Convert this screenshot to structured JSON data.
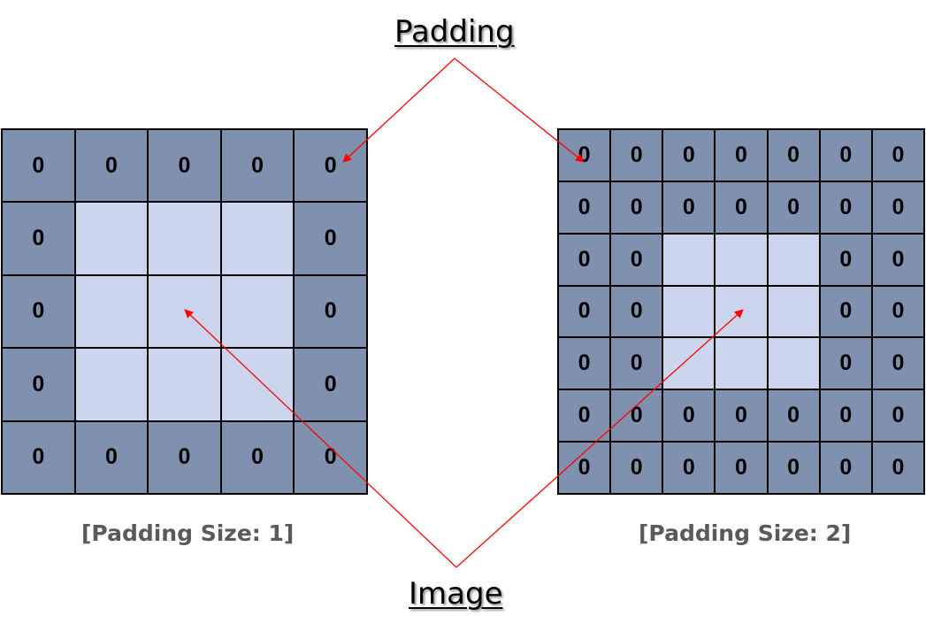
{
  "labels": {
    "padding": "Padding",
    "image": "Image"
  },
  "grids": [
    {
      "caption": "[Padding Size: 1]",
      "padding_size": 1,
      "size": 5,
      "pad_value": "0"
    },
    {
      "caption": "[Padding Size: 2]",
      "padding_size": 2,
      "size": 7,
      "pad_value": "0"
    }
  ],
  "colors": {
    "padding_cell": "#8091b0",
    "image_cell": "#cbd6ee",
    "arrow": "#ff0000",
    "caption_text": "#5a5a5a"
  }
}
